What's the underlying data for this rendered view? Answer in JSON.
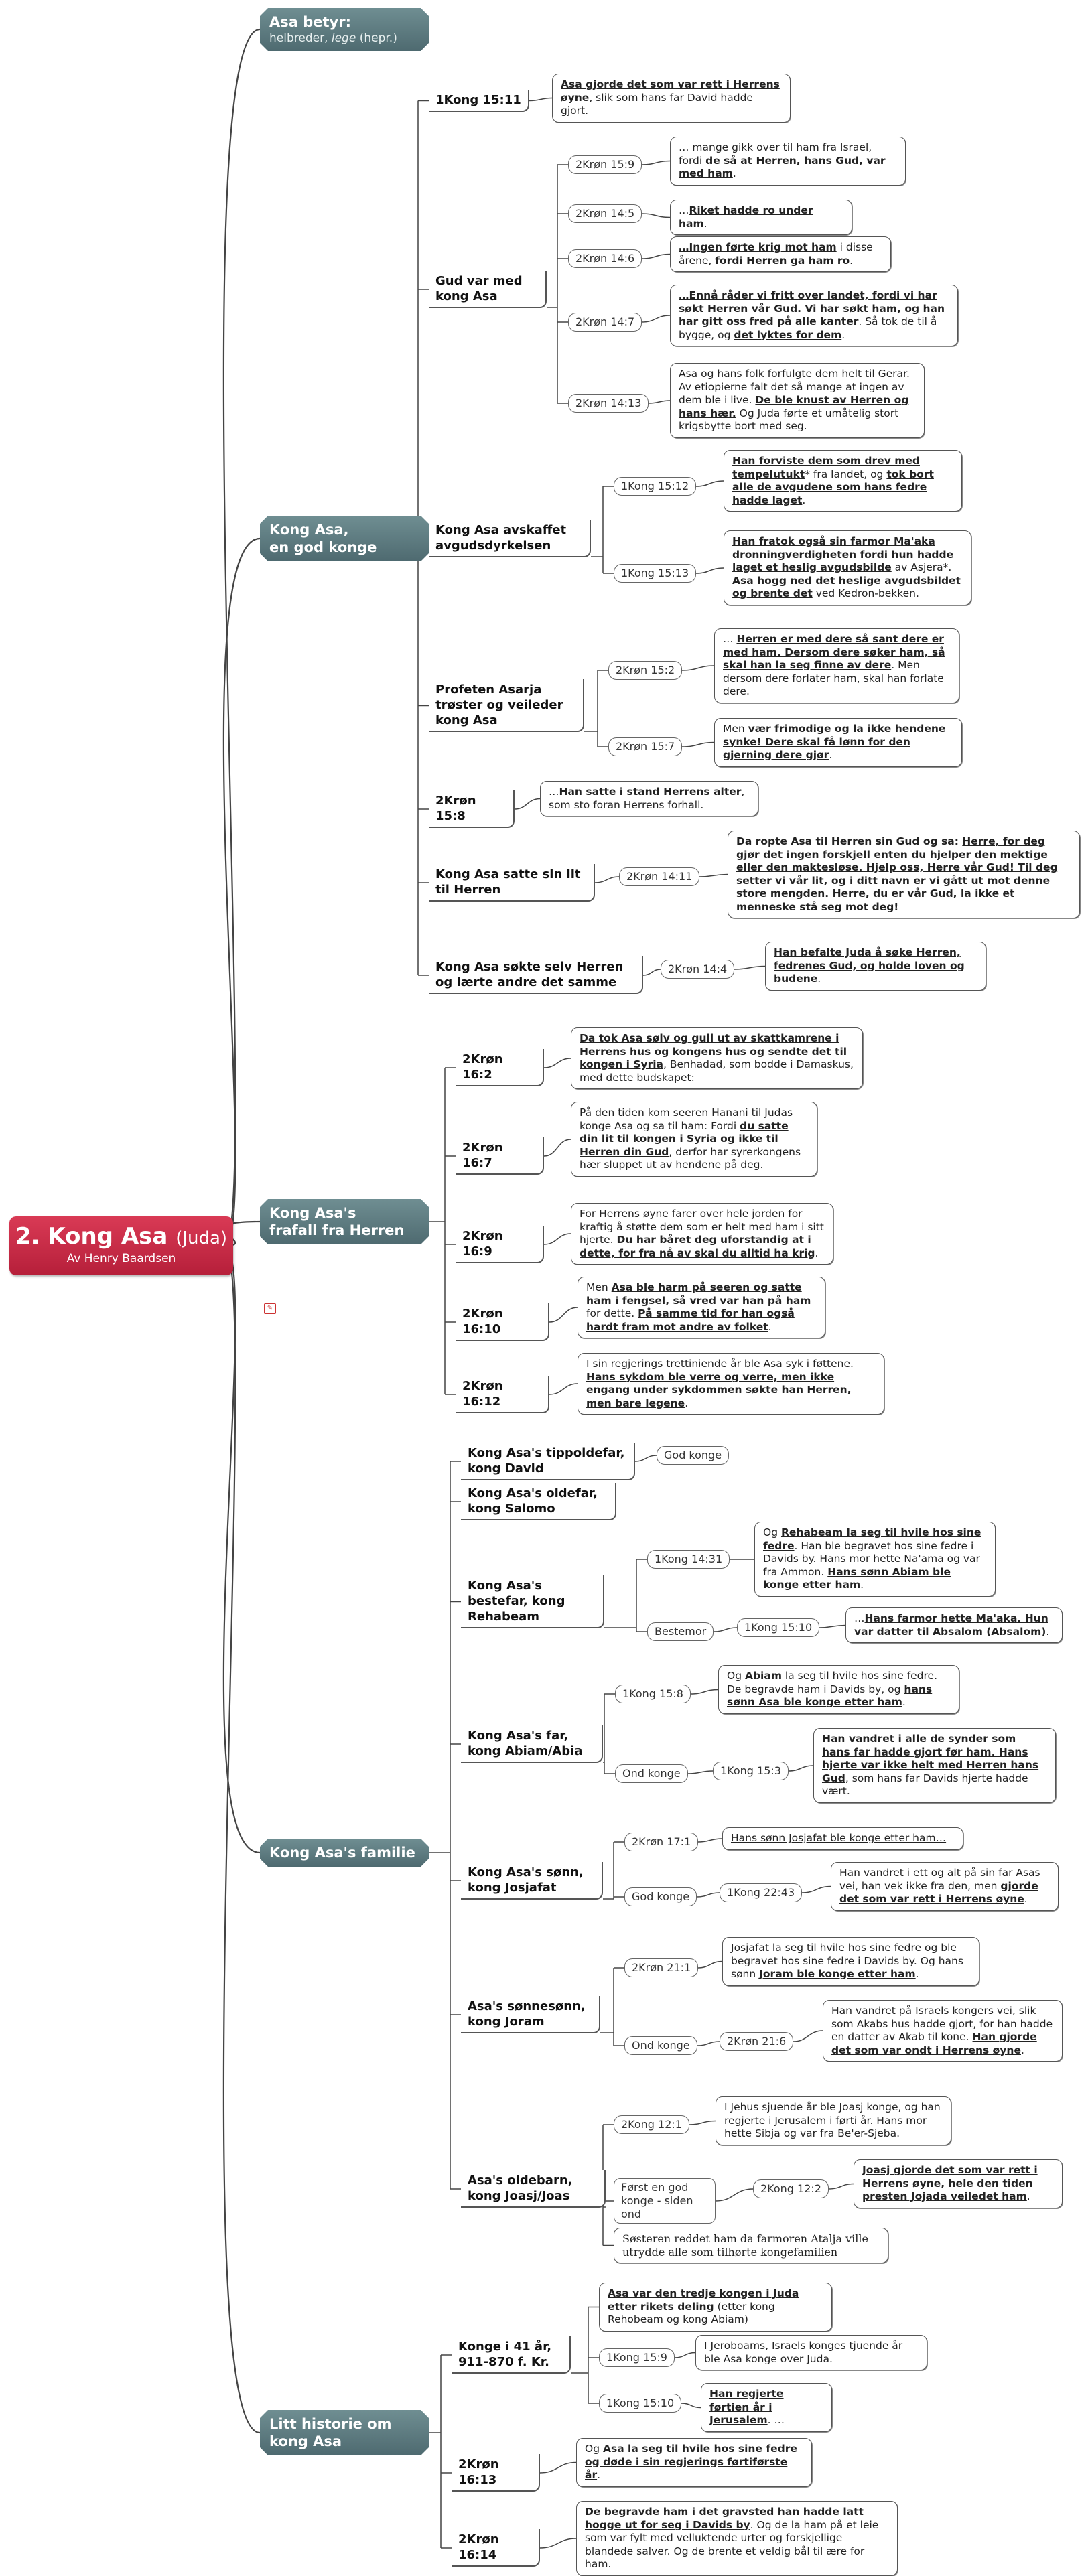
{
  "root": {
    "title": "2. Kong Asa",
    "title_paren": "(Juda)",
    "author": "Av Henry Baardsen"
  },
  "main": {
    "betyr_title": "Asa betyr:",
    "betyr_sub_a": "helbreder, ",
    "betyr_sub_b": "lege",
    "betyr_sub_c": " (hepr.)",
    "god_konge": "Kong Asa,\nen god konge",
    "frafall": "Kong Asa's\nfrafall fra Herren",
    "familie": "Kong Asa's familie",
    "historie": "Litt historie om\nkong Asa"
  },
  "god": {
    "k1511": {
      "tag": "1Kong 15:11",
      "a": "Asa gjorde det som var rett i Herrens øyne",
      "b": ", slik som hans far David hadde gjort."
    },
    "gudmed": {
      "topic": "Gud var med kong Asa",
      "r159": {
        "tag": "2Krøn 15:9",
        "a": "… mange gikk over til ham fra Israel, fordi ",
        "b": "de så at Herren, hans Gud, var med ham",
        "c": "."
      },
      "r145": {
        "tag": "2Krøn 14:5",
        "a": "…",
        "b": "Riket hadde ro under ham",
        "c": "."
      },
      "r146": {
        "tag": "2Krøn 14:6",
        "a": "…Ingen førte krig mot ham",
        "b": " i disse årene, ",
        "c": "fordi Herren ga ham ro",
        "d": "."
      },
      "r147": {
        "tag": "2Krøn 14:7",
        "a": "…Ennå råder vi fritt over landet, fordi vi har søkt Herren vår Gud. Vi har søkt ham, og han har gitt oss fred på alle kanter",
        "b": ". Så tok de til å bygge, og ",
        "c": "det lyktes for dem",
        "d": "."
      },
      "r1413": {
        "tag": "2Krøn 14:13",
        "a": "Asa og hans folk forfulgte dem helt til Gerar. Av etiopierne falt det så mange at ingen av dem ble i live. ",
        "b": "De ble knust av Herren og hans hær.",
        "c": " Og Juda førte et umåtelig stort krigsbytte bort med seg."
      }
    },
    "avgud": {
      "topic": "Kong Asa avskaffet avgudsdyrkelsen",
      "k1512": {
        "tag": "1Kong 15:12",
        "a": "Han forviste dem som drev med tempelutukt",
        "b": "* fra landet, og ",
        "c": "tok bort alle de avgudene som hans fedre hadde laget",
        "d": "."
      },
      "k1513": {
        "tag": "1Kong 15:13",
        "a": "Han fratok også sin farmor Ma'aka dronningverdigheten fordi hun hadde laget et heslig avgudsbilde",
        "b": " av Asjera*. ",
        "c": "Asa hogg ned det heslige avgudsbildet og brente det",
        "d": " ved Kedron-bekken."
      }
    },
    "profet": {
      "topic": "Profeten Asarja trøster og veileder kong Asa",
      "r152": {
        "tag": "2Krøn 15:2",
        "a": "… ",
        "b": "Herren er med dere så sant dere er med ham. Dersom dere søker ham, så skal han la seg finne av dere",
        "c": ". Men dersom dere forlater ham, skal han forlate dere."
      },
      "r157": {
        "tag": "2Krøn 15:7",
        "a": "Men ",
        "b": "vær frimodige og la ikke hendene synke! Dere skal få lønn for den gjerning dere gjør",
        "c": "."
      }
    },
    "r158": {
      "tag": "2Krøn 15:8",
      "a": "…",
      "b": "Han satte i stand Herrens alter",
      "c": ", som sto foran Herrens forhall."
    },
    "lit": {
      "topic": "Kong Asa satte sin lit til Herren",
      "r1411": {
        "tag": "2Krøn 14:11",
        "a": "Da ropte Asa til Herren sin Gud og sa: ",
        "b": "Herre, for deg gjør det ingen forskjell enten du hjelper den mektige eller den maktesløse. Hjelp oss, Herre vår Gud! Til deg setter vi vår lit, og i ditt navn er vi gått ut mot denne store mengden.",
        "c": " Herre, du er vår Gud, la ikke et menneske stå seg mot deg!"
      }
    },
    "lærte": {
      "topic": "Kong Asa søkte selv Herren og lærte andre det samme",
      "r144": {
        "tag": "2Krøn 14:4",
        "a": "Han befalte Juda å søke Herren, fedrenes Gud, og holde loven og budene",
        "b": "."
      }
    }
  },
  "frafall": {
    "r162": {
      "tag": "2Krøn 16:2",
      "a": "Da tok Asa sølv og gull ut av skattkamrene i Herrens hus og kongens hus og sendte det til kongen i Syria",
      "b": ", Benhadad, som bodde i Damaskus, med dette budskapet:"
    },
    "r167": {
      "tag": "2Krøn 16:7",
      "a": "På den tiden kom seeren Hanani til Judas konge Asa og sa til ham: Fordi ",
      "b": "du satte din lit til kongen i Syria og ikke til Herren din Gud",
      "c": ", derfor har syrerkongens hær sluppet ut av hendene på deg."
    },
    "r169": {
      "tag": "2Krøn 16:9",
      "a": "For Herrens øyne farer over hele jorden for kraftig å støtte dem som er helt med ham i sitt hjerte. ",
      "b": "Du har båret deg uforstandig at i dette, for fra nå av skal du alltid ha krig",
      "c": "."
    },
    "r1610": {
      "tag": "2Krøn 16:10",
      "a": "Men ",
      "b": "Asa ble harm på seeren og satte ham i fengsel, så vred var han på ham",
      "c": " for dette. ",
      "d": "På samme tid for han også hardt fram mot andre av folket",
      "e": "."
    },
    "r1612": {
      "tag": "2Krøn 16:12",
      "a": "I sin regjerings trettiniende år ble Asa syk i føttene. ",
      "b": "Hans sykdom ble verre og verre, men ikke engang under sykdommen søkte han Herren, men bare legene",
      "c": "."
    }
  },
  "familie": {
    "tipp": {
      "topic": "Kong Asa's tippoldefar, kong David",
      "tag": "God konge"
    },
    "olde": {
      "topic": "Kong Asa's oldefar, kong Salomo"
    },
    "beste": {
      "topic": "Kong Asa's bestefar, kong Rehabeam",
      "k1431": {
        "tag": "1Kong 14:31",
        "a": "Og ",
        "b": "Rehabeam la seg til hvile hos sine fedre",
        "c": ". Han ble begravet hos sine fedre i Davids by. Hans mor hette Na'ama og var fra Ammon. ",
        "d": "Hans sønn Abiam ble konge etter ham",
        "e": "."
      },
      "bestemor": "Bestemor",
      "k1510": {
        "tag": "1Kong 15:10",
        "a": "…",
        "b": "Hans farmor hette Ma'aka. Hun var datter til Absalom (Absalom)",
        "c": "."
      }
    },
    "far": {
      "topic": "Kong Asa's far, kong Abiam/Abia",
      "k158": {
        "tag": "1Kong 15:8",
        "a": "Og ",
        "b": "Abiam",
        "c": " la seg til hvile hos sine fedre. De begravde ham i Davids by, og ",
        "d": "hans sønn Asa ble konge etter ham",
        "e": "."
      },
      "ond": "Ond konge",
      "k153": {
        "tag": "1Kong 15:3",
        "a": "Han vandret i alle de synder som hans far hadde gjort før ham. Hans hjerte var ikke helt med Herren hans Gud",
        "b": ", som hans far Davids hjerte hadde vært."
      }
    },
    "sonn": {
      "topic": "Kong Asa's sønn, kong Josjafat",
      "r171": {
        "tag": "2Krøn 17:1",
        "a": "Hans sønn Josjafat ble konge etter ham…"
      },
      "god": "God konge",
      "k2243": {
        "tag": "1Kong 22:43",
        "a": "Han vandret i ett og alt på sin far Asas vei, han vek ikke fra den, men ",
        "b": "gjorde det som var rett i Herrens øyne",
        "c": "."
      }
    },
    "sonnesonn": {
      "topic": "Asa's sønnesønn, kong Joram",
      "r211": {
        "tag": "2Krøn 21:1",
        "a": "Josjafat la seg til hvile hos sine fedre og ble begravet hos sine fedre i Davids by. Og hans sønn ",
        "b": "Joram ble konge etter ham",
        "c": "."
      },
      "ond": "Ond konge",
      "r216": {
        "tag": "2Krøn 21:6",
        "a": "Han vandret på Israels kongers vei, slik som Akabs hus hadde gjort, for han hadde en datter av Akab til kone. ",
        "b": "Han gjorde det som var ondt i Herrens øyne",
        "c": "."
      }
    },
    "olde2": {
      "topic": "Asa's oldebarn, kong Joasj/Joas",
      "k121": {
        "tag": "2Kong 12:1",
        "a": "I Jehus sjuende år ble Joasj konge, og han regjerte i Jerusalem i førti år. Hans mor hette Sibja og var fra Be'er-Sjeba."
      },
      "forst": "Først en god konge - siden ond",
      "k122": {
        "tag": "2Kong 12:2",
        "a": "Joasj gjorde det som var rett i Herrens øyne, hele den tiden presten Jojada veiledet ham",
        "b": "."
      },
      "soster": "Søsteren reddet ham da farmoren Atalja ville utrydde alle som tilhørte kongefamilien"
    }
  },
  "historie": {
    "konge": {
      "topic": "Konge i 41 år, 911-870 f. Kr.",
      "n1": {
        "a": "Asa var den tredje kongen i Juda etter rikets deling",
        "b": " (etter kong Rehobeam og kong Abiam)"
      },
      "k159": {
        "tag": "1Kong 15:9",
        "a": "I Jeroboams, Israels konges tjuende år ble Asa konge over Juda."
      },
      "k1510": {
        "tag": "1Kong 15:10",
        "a": "Han regjerte førtien år i Jerusalem",
        "b": ". …"
      }
    },
    "r1613": {
      "tag": "2Krøn 16:13",
      "a": "Og ",
      "b": "Asa la seg til hvile hos sine fedre og døde i sin regjerings førtiførste år",
      "c": "."
    },
    "r1614": {
      "tag": "2Krøn 16:14",
      "a": "De begravde ham i det gravsted han hadde latt hogge ut for seg i Davids by",
      "b": ". Og de la ham på et leie som var fylt med velluktende urter og forskjellige blandede salver. Og de brente et veldig bål til ære for ham."
    }
  },
  "colors": {
    "root": "#c72a46",
    "main": "#5c7a80",
    "line": "#444444"
  }
}
